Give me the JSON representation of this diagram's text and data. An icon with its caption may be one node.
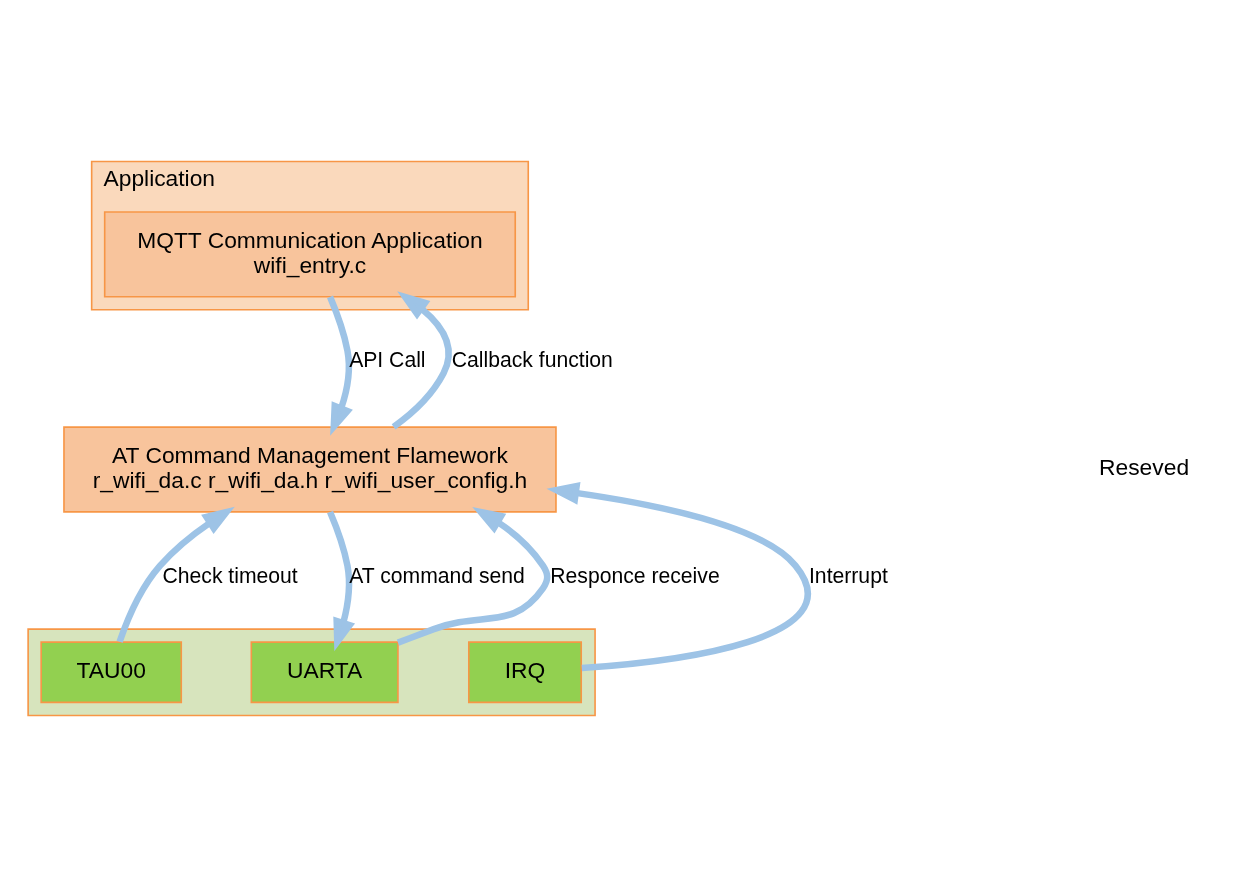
{
  "diagram": {
    "nodes": [
      {
        "text": [
          "Application"
        ]
      },
      {
        "text": [
          "MQTT Communication Application",
          "wifi_entry.c"
        ],
        "in": 0
      },
      {
        "text": [
          "AT Command Management Flamework",
          "r_wifi_da.c r_wifi_da.h r_wifi_user_config.h"
        ]
      },
      {
        "text": [],
        "shape": "box"
      },
      {
        "text": [
          "TAU00"
        ],
        "in": 3
      },
      {
        "text": [
          "UARTA"
        ],
        "in": 3
      },
      {
        "text": [
          "IRQ"
        ],
        "in": 3
      }
    ],
    "edges": [
      {
        "from": 1,
        "to": 2,
        "arrow": "to",
        "label": "API Call"
      },
      {
        "from": 2,
        "to": 1,
        "arrow": "to",
        "label": "Callback function"
      },
      {
        "from": 4,
        "to": 2,
        "arrow": "to",
        "label": "Check timeout"
      },
      {
        "from": 2,
        "to": 5,
        "arrow": "to",
        "label": "AT command send"
      },
      {
        "from": 5,
        "to": 2,
        "arrow": "to",
        "label": "Responce receive"
      },
      {
        "from": 6,
        "to": 2,
        "arrow": "to",
        "label": "Interrupt"
      }
    ],
    "labels": [
      "Reseved"
    ]
  }
}
